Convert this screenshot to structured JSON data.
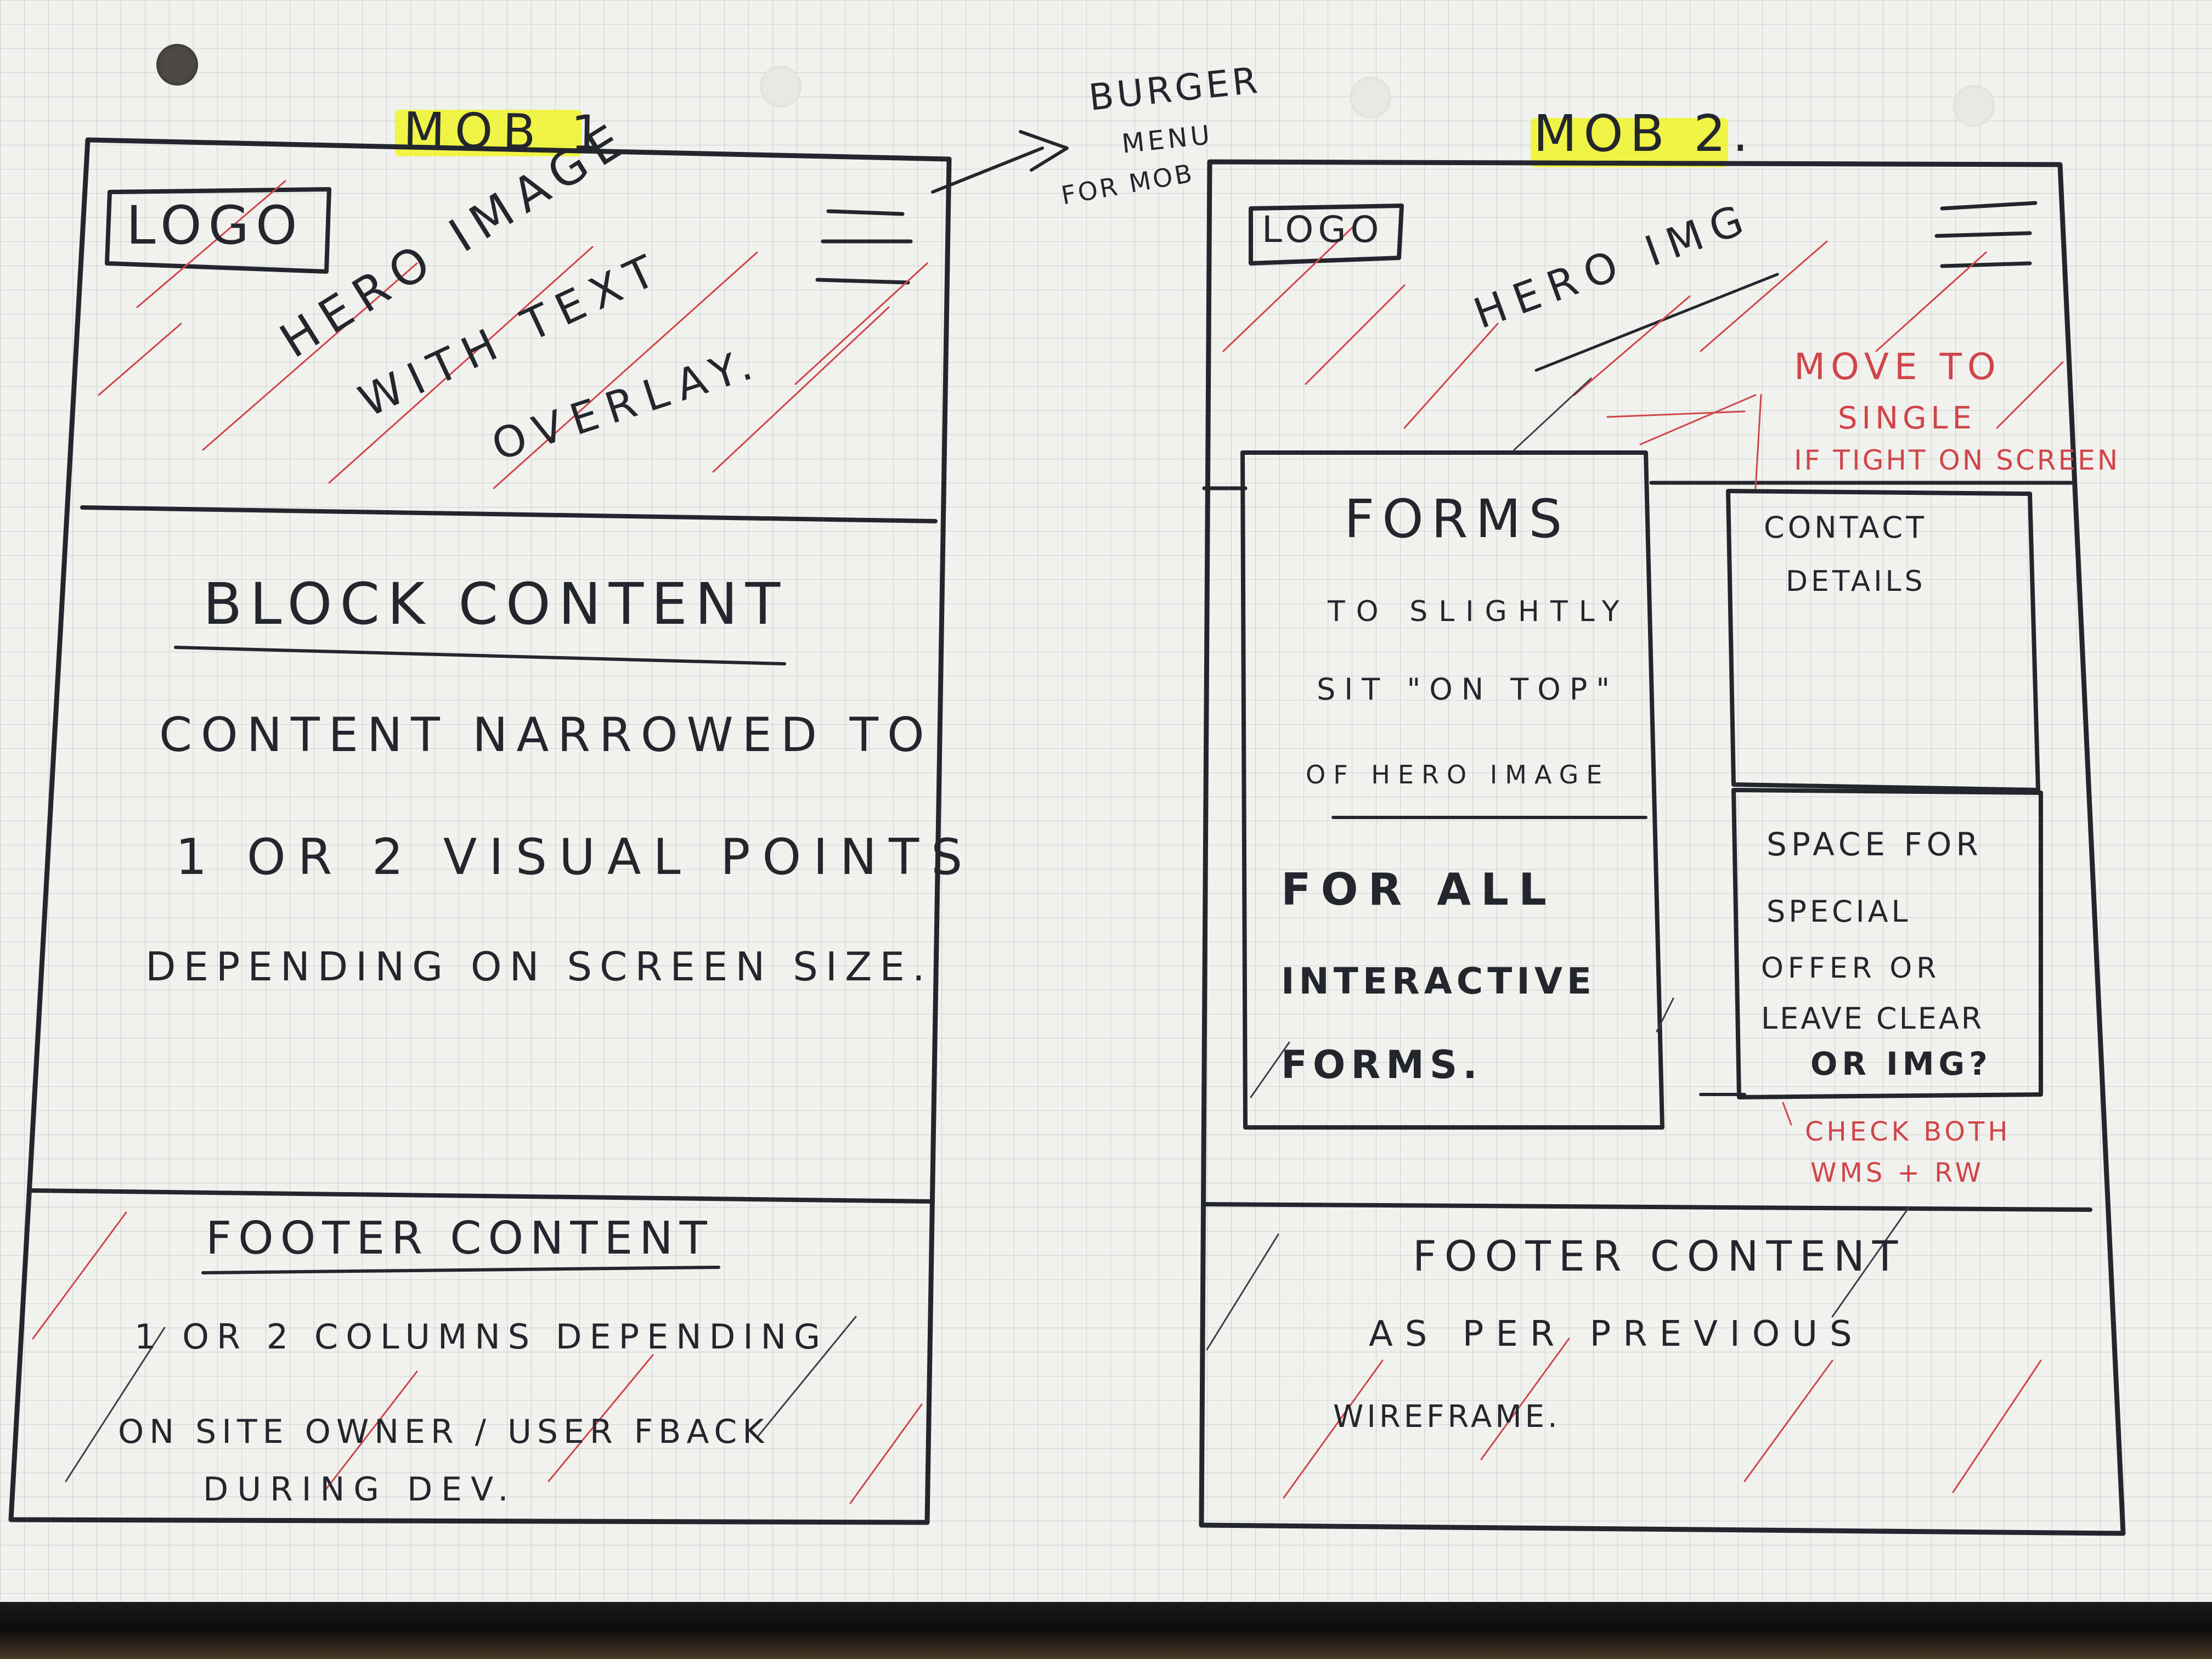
{
  "mob1": {
    "title": "MOB 1",
    "logo": "LOGO",
    "hero": {
      "line1": "HERO IMAGE",
      "line2": "WITH TEXT",
      "line3": "OVERLAY."
    },
    "block": {
      "heading": "BLOCK CONTENT",
      "line1": "CONTENT NARROWED TO",
      "line2": "1 OR 2 VISUAL POINTS",
      "line3": "DEPENDING ON SCREEN SIZE."
    },
    "footer": {
      "heading": "FOOTER CONTENT",
      "line1": "1 OR 2 COLUMNS DEPENDING",
      "line2": "ON SITE OWNER / USER FBACK",
      "line3": "DURING DEV."
    }
  },
  "burger_note": {
    "line1": "BURGER",
    "line2": "MENU",
    "line3": "FOR MOB"
  },
  "mob2": {
    "title": "MOB 2.",
    "logo": "LOGO",
    "hero": "HERO IMG",
    "move_note": {
      "line1": "MOVE TO",
      "line2": "SINGLE",
      "line3": "IF TIGHT ON SCREEN"
    },
    "forms": {
      "heading": "FORMS",
      "line1": "TO SLIGHTLY",
      "line2": "SIT \"ON TOP\"",
      "line3": "OF HERO IMAGE",
      "bold1": "FOR ALL",
      "bold2": "INTERACTIVE",
      "bold3": "FORMS."
    },
    "contact": {
      "line1": "CONTACT",
      "line2": "DETAILS"
    },
    "special": {
      "line1": "SPACE FOR",
      "line2": "SPECIAL",
      "line3": "OFFER OR",
      "line4": "LEAVE CLEAR",
      "line5": "OR IMG?"
    },
    "check_note": {
      "line1": "CHECK BOTH",
      "line2": "WMS + RW"
    },
    "footer": {
      "heading": "FOOTER CONTENT",
      "line1": "AS PER PREVIOUS",
      "line2": "WIREFRAME."
    }
  },
  "colors": {
    "ink": "#23262d",
    "red_pen": "#d0454a",
    "highlighter": "#f0f528",
    "paper": "#f1f1ee",
    "grid": "#7382961"
  }
}
